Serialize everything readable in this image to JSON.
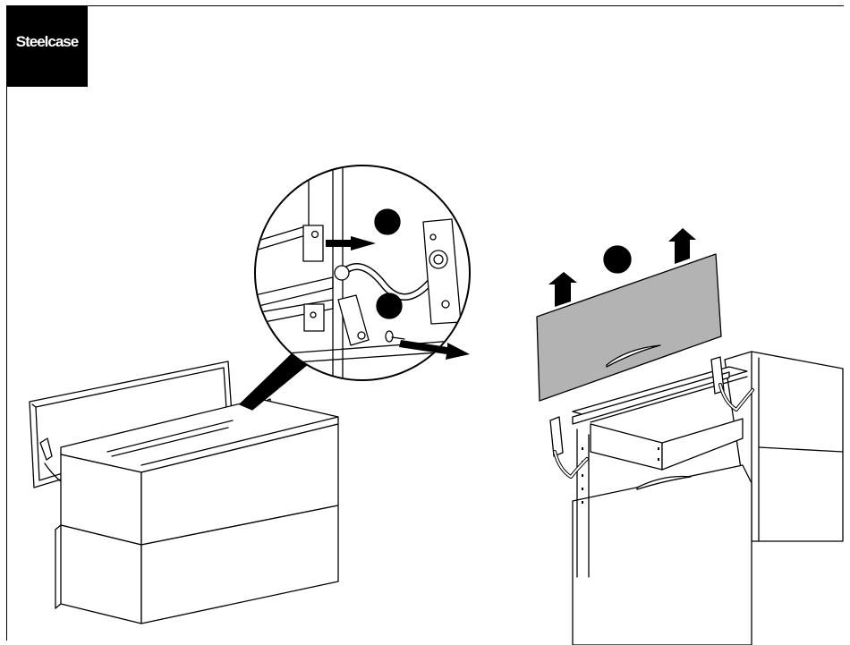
{
  "brand": {
    "logo_text": "Steelcase",
    "logo_bg": "#000000",
    "logo_fg": "#ffffff"
  },
  "illustrations": [
    {
      "name": "cabinet-with-open-flipper-door",
      "callouts": [
        "detail-circle"
      ]
    },
    {
      "name": "flipper-door-removal",
      "callouts": [
        "lift-arrows"
      ]
    }
  ],
  "colors": {
    "line": "#000000",
    "door_fill": "#b3b3b3",
    "paper": "#ffffff"
  }
}
